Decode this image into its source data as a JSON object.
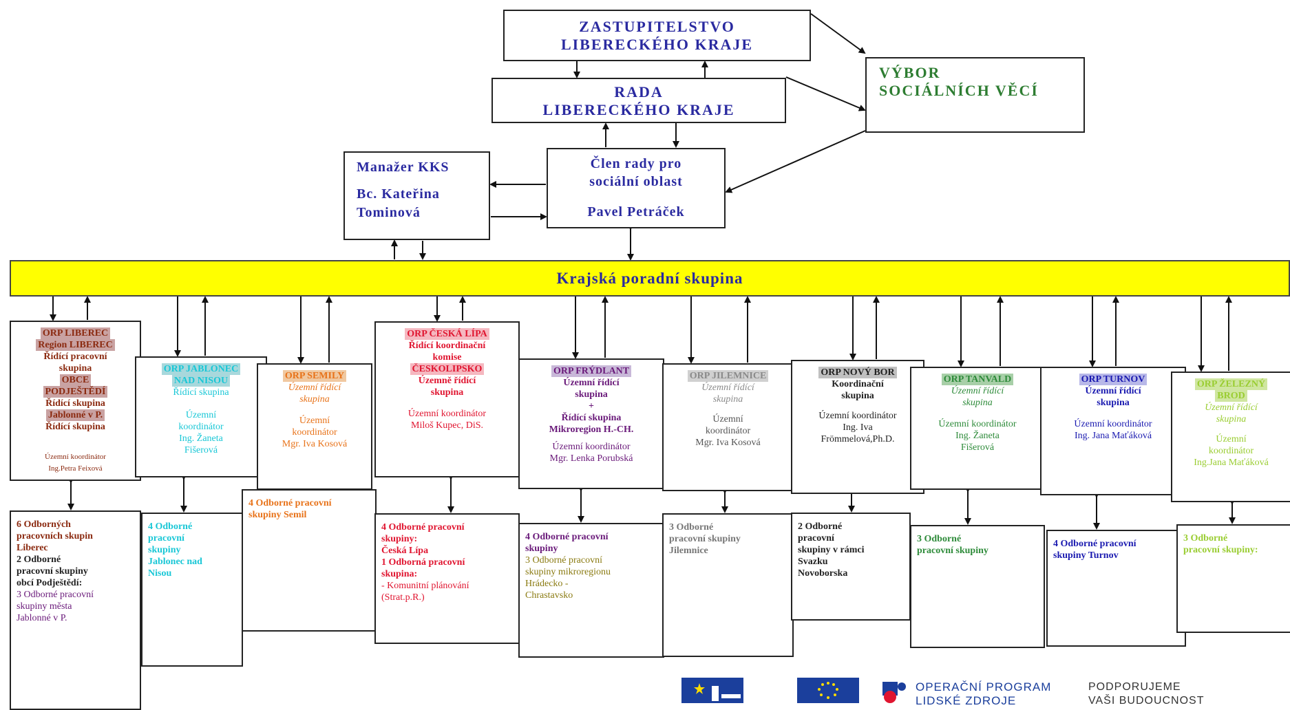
{
  "top": {
    "zastupitelstvo": [
      "ZASTUPITELSTVO",
      "LIBERECKÉHO KRAJE"
    ],
    "rada": [
      "RADA",
      "LIBERECKÉHO KRAJE"
    ],
    "vybor": [
      "VÝBOR",
      "SOCIÁLNÍCH VĚCÍ"
    ],
    "manazer": [
      "Manažer KKS",
      "Bc. Kateřina",
      "Tominová"
    ],
    "clen": [
      "Člen rady pro",
      "sociální oblast",
      "Pavel Petráček"
    ]
  },
  "krajska": "Krajská poradní skupina",
  "colors": {
    "navy": "#2a2aa0",
    "green": "#2e7d32",
    "yellow": "#ffff00",
    "liberec": "#8b2a10",
    "jablonec": "#19c7d6",
    "semily": "#e8731a",
    "ceska_lipa": "#e01530",
    "frydlant": "#6a1a7a",
    "jilemnice": "#8a8a8a",
    "novy_bor": "#222222",
    "tanvald": "#2e8b3a",
    "turnov": "#1a1ab0",
    "zelezny_brod": "#9acd32",
    "olive": "#8a7a10"
  },
  "orp": {
    "liberec": {
      "h1": "ORP LIBEREC",
      "h2": "Region LIBEREC",
      "l1": "Řídící pracovní",
      "l2": "skupina",
      "h3": "OBCE",
      "h4": "PODJEŠTĚDÍ",
      "l3": "Řídící skupina",
      "h5": "Jablonné v P.",
      "l4": "Řídící skupina",
      "coord1": "Územní koordinátor",
      "coord2": "Ing.Petra Feixová"
    },
    "jablonec": {
      "h1": "ORP JABLONEC",
      "h2": "NAD NISOU",
      "l1": "Řídící skupina",
      "c1": "Územní",
      "c2": "koordinátor",
      "c3": "Ing. Žaneta",
      "c4": "Fišerová"
    },
    "semily": {
      "h1": "ORP SEMILY",
      "l1": "Územní řídící",
      "l2": "skupina",
      "c1": "Územní",
      "c2": "koordinátor",
      "c3": "Mgr. Iva Kosová"
    },
    "ceska_lipa": {
      "h1": "ORP ČESKÁ LÍPA",
      "l1": "Řídící koordinační",
      "l2": "komise",
      "h2": "ČESKOLIPSKO",
      "l3": "Územně řídící",
      "l4": "skupina",
      "c1": "Územní koordinátor",
      "c2": "Miloš Kupec, DiS."
    },
    "frydlant": {
      "h1": "ORP FRÝDLANT",
      "l1": "Územní řídící",
      "l2": "skupina",
      "l3": "+",
      "l4": "Řídící skupina",
      "l5": "Mikroregion H.-CH.",
      "c1": "Územní koordinátor",
      "c2": "Mgr. Lenka Porubská"
    },
    "jilemnice": {
      "h1": "ORP JILEMNICE",
      "l1": "Územní řídící",
      "l2": "skupina",
      "c1": "Územní",
      "c2": "koordinátor",
      "c3": "Mgr. Iva Kosová"
    },
    "novy_bor": {
      "h1": "ORP NOVÝ BOR",
      "l1": "Koordinační",
      "l2": "skupina",
      "c1": "Územní koordinátor",
      "c2": "Ing. Iva",
      "c3": "Frömmelová,Ph.D."
    },
    "tanvald": {
      "h1": "ORP TANVALD",
      "l1": "Územní řídící",
      "l2": "skupina",
      "c1": "Územní koordinátor",
      "c2": "Ing. Žaneta",
      "c3": "Fišerová"
    },
    "turnov": {
      "h1": "ORP TURNOV",
      "l1": "Územní řídící",
      "l2": "skupina",
      "c1": "Územní koordinátor",
      "c2": "Ing. Jana Maťáková"
    },
    "zelezny_brod": {
      "h1": "ORP ŽELEZNÝ",
      "h2": "BROD",
      "l1": "Územní řídící",
      "l2": "skupina",
      "c1": "Územní",
      "c2": "koordinátor",
      "c3": "Ing.Jana Maťáková"
    }
  },
  "wg": {
    "liberec": [
      "6 Odborných",
      "pracovních skupin",
      "Liberec",
      "2 Odborné",
      "pracovní skupiny",
      "obcí Podještědí:",
      "3 Odborné pracovní",
      "skupiny města",
      "Jablonné v P."
    ],
    "jablonec": [
      "4 Odborné",
      "pracovní",
      "skupiny",
      "Jablonec nad",
      "Nisou"
    ],
    "semily": [
      "4 Odborné pracovní",
      "skupiny Semil"
    ],
    "ceska_lipa": [
      "4 Odborné pracovní",
      "skupiny:",
      "Česká Lípa",
      "1 Odborná pracovní",
      "skupina:",
      "- Komunitní plánování",
      "(Strat.p.R.)"
    ],
    "frydlant": [
      "4 Odborné pracovní",
      "skupiny",
      "3 Odborné pracovní",
      "skupiny mikroregionu",
      "Hrádecko -",
      "Chrastavsko"
    ],
    "jilemnice": [
      "3 Odborné",
      "pracovní skupiny",
      "Jilemnice"
    ],
    "novy_bor": [
      "2 Odborné",
      "pracovní",
      "skupiny v rámci",
      "Svazku",
      "Novoborska"
    ],
    "tanvald": [
      "3 Odborné",
      "pracovní skupiny"
    ],
    "turnov": [
      "4 Odborné pracovní",
      "skupiny Turnov"
    ],
    "zelezny_brod": [
      "3 Odborné",
      "pracovní skupiny:"
    ]
  },
  "footer": {
    "op1": "OPERAČNÍ PROGRAM",
    "op2": "LIDSKÉ ZDROJE",
    "sup1": "PODPORUJEME",
    "sup2": "VAŠI BUDOUCNOST"
  }
}
